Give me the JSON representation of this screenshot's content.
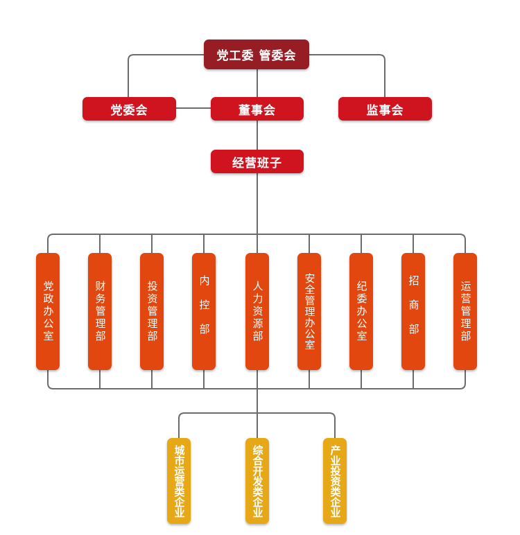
{
  "top": {
    "label": "党工委  管委会"
  },
  "party_committee": {
    "label": "党委会"
  },
  "board": {
    "label": "董事会"
  },
  "supervisory_board": {
    "label": "监事会"
  },
  "management_team": {
    "label": "经营班子"
  },
  "departments": [
    {
      "label": "党政办公室"
    },
    {
      "label": "财务管理部"
    },
    {
      "label": "投资管理部"
    },
    {
      "label": "内控部"
    },
    {
      "label": "人力资源部"
    },
    {
      "label": "安全管理办公室"
    },
    {
      "label": "纪委办公室"
    },
    {
      "label": "招商部"
    },
    {
      "label": "运营管理部"
    }
  ],
  "enterprises": [
    {
      "label": "城市运营类企业"
    },
    {
      "label": "综合开发类企业"
    },
    {
      "label": "产业投资类企业"
    }
  ],
  "colors": {
    "top": "#961d24",
    "committee": "#cf1420",
    "department": "#e2470f",
    "enterprise": "#e6a817",
    "connector": "#666666"
  }
}
